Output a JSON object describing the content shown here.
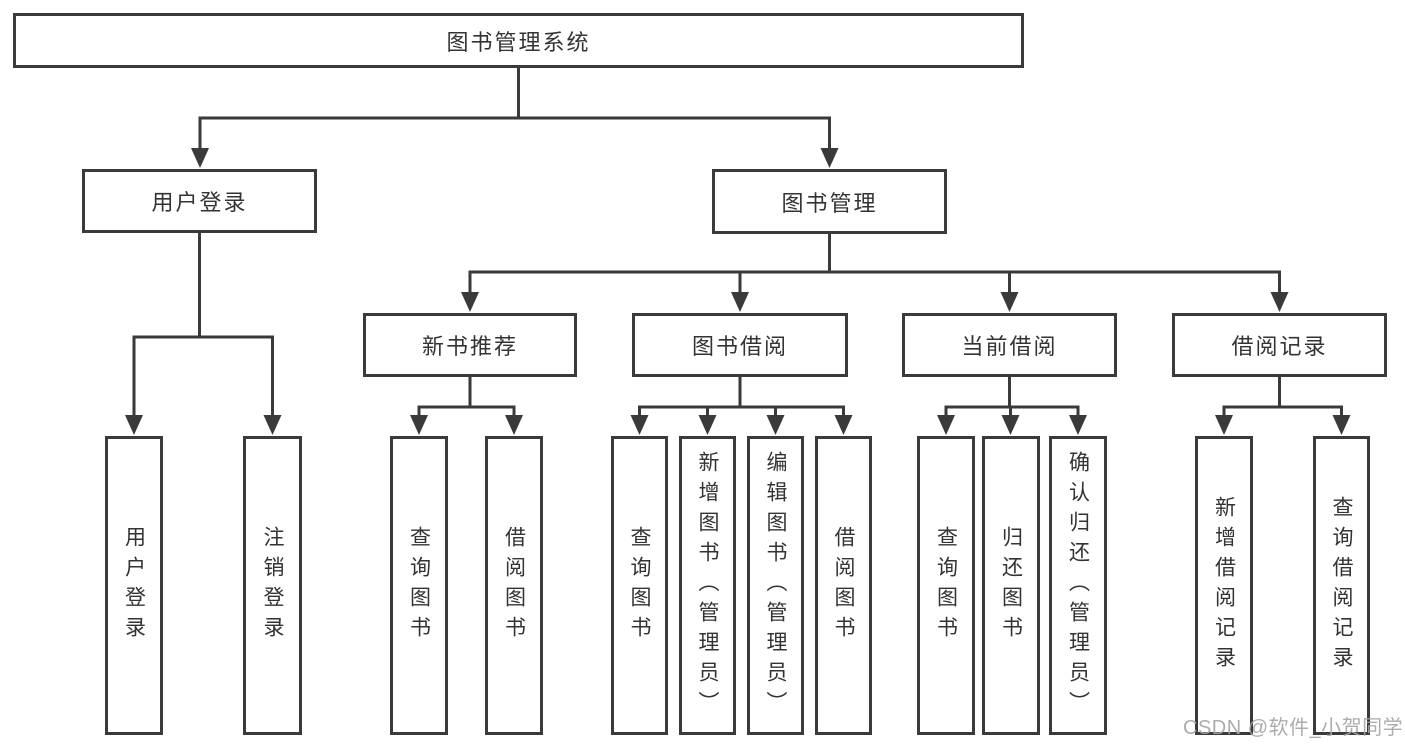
{
  "colors": {
    "background": "#ffffff",
    "line": "#3a3a3a",
    "box_border": "#3a3a3a",
    "text": "#333333",
    "watermark_text": "#a6a6a6"
  },
  "tree": {
    "root": "图书管理系统",
    "children": [
      {
        "label": "用户登录",
        "children": [
          "用户登录",
          "注销登录"
        ]
      },
      {
        "label": "图书管理",
        "children": [
          {
            "label": "新书推荐",
            "children": [
              "查询图书",
              "借阅图书"
            ]
          },
          {
            "label": "图书借阅",
            "children": [
              "查询图书",
              "新增图书（管理员）",
              "编辑图书（管理员）",
              "借阅图书"
            ]
          },
          {
            "label": "当前借阅",
            "children": [
              "查询图书",
              "归还图书",
              "确认归还（管理员）"
            ]
          },
          {
            "label": "借阅记录",
            "children": [
              "新增借阅记录",
              "查询借阅记录"
            ]
          }
        ]
      }
    ]
  },
  "watermark": {
    "text": "CSDN @软件_小贺同学"
  }
}
